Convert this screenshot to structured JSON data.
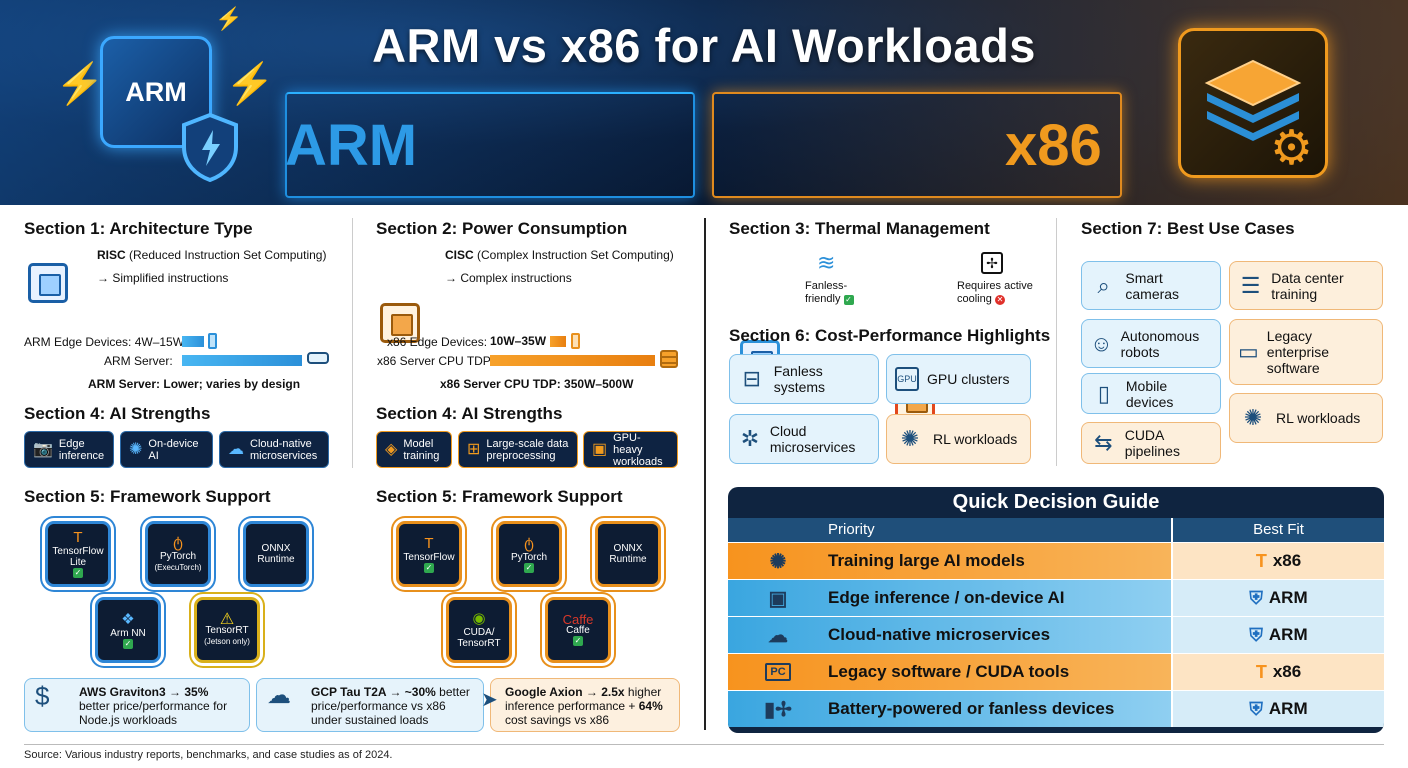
{
  "title": "ARM vs x86 for AI Workloads",
  "header": {
    "arm_chip": "ARM",
    "arm_label": "ARM",
    "x86_label": "x86"
  },
  "s1": {
    "title": "Section 1: Architecture Type",
    "risc": "RISC",
    "risc_full": "(Reduced Instruction Set Computing)",
    "risc_desc": "→ Simplified instructions",
    "edge_label": "ARM Edge Devices: 4W–15W",
    "server_label": "ARM Server:",
    "note": "ARM Server: Lower; varies by design"
  },
  "s2": {
    "title": "Section 2: Power Consumption",
    "cisc": "CISC",
    "cisc_full": "(Complex Instruction Set Computing)",
    "cisc_desc": "→ Complex instructions",
    "edge_label": "x86 Edge Devices:",
    "edge_value": "10W–35W",
    "server_label": "x86 Server CPU TDP",
    "note": "x86 Server CPU TDP: 350W–500W"
  },
  "s3": {
    "title": "Section 3: Thermal Management",
    "fanless": "Fanless-friendly",
    "cooling": "Requires active cooling"
  },
  "s4_arm": {
    "title": "Section 4: AI Strengths",
    "items": [
      "Edge inference",
      "On-device AI",
      "Cloud-native microservices"
    ]
  },
  "s4_x86": {
    "title": "Section 4: AI Strengths",
    "items": [
      "Model training",
      "Large-scale data preprocessing",
      "GPU-heavy workloads"
    ]
  },
  "s5_arm": {
    "title": "Section 5: Framework Support",
    "items": [
      "TensorFlow Lite",
      "PyTorch",
      "(ExecuTorch)",
      "ONNX Runtime",
      "Arm NN",
      "TensorRT",
      "(Jetson only)"
    ]
  },
  "s5_x86": {
    "title": "Section 5: Framework Support",
    "items": [
      "TensorFlow",
      "PyTorch",
      "ONNX Runtime",
      "CUDA/ TensorRT",
      "Caffe",
      "Caffe"
    ]
  },
  "s6": {
    "title": "Section 6: Cost-Performance Highlights",
    "cards": [
      "Fanless systems",
      "GPU clusters",
      "Cloud microservices",
      "RL workloads"
    ],
    "gpu_chip": "GPU"
  },
  "s7": {
    "title": "Section 7: Best Use Cases",
    "cards": [
      "Smart cameras",
      "Data center training",
      "Autonomous robots",
      "Legacy enterprise software",
      "Mobile devices",
      "RL workloads",
      "CUDA pipelines"
    ]
  },
  "stats": [
    {
      "bold": "AWS Graviton3 → 35%",
      "rest": "better price/performance for Node.js workloads"
    },
    {
      "bold": "GCP Tau T2A → ~30%",
      "rest": "better price/performance vs x86 under sustained loads"
    },
    {
      "bold": "Google Axion → 2.5x",
      "rest": "higher inference performance +",
      "bold2": "64%",
      "rest2": "cost savings vs x86"
    }
  ],
  "guide": {
    "title": "Quick Decision Guide",
    "col_priority": "Priority",
    "col_fit": "Best Fit",
    "rows": [
      {
        "priority": "Training large AI models",
        "fit": "x86"
      },
      {
        "priority": "Edge inference / on-device AI",
        "fit": "ARM"
      },
      {
        "priority": "Cloud-native microservices",
        "fit": "ARM"
      },
      {
        "priority": "Legacy software / CUDA tools",
        "fit": "x86"
      },
      {
        "priority": "Battery-powered or fanless devices",
        "fit": "ARM"
      }
    ],
    "pc_icon": "PC"
  },
  "source": "Source: Various industry reports, benchmarks, and case studies as of 2024.",
  "colors": {
    "arm_blue": "#2d9ae6",
    "x86_orange": "#f09a1e",
    "navy": "#0f2440"
  },
  "icons": [
    "lightning-icon",
    "shield-icon",
    "gear-icon",
    "chip-icon",
    "battery-icon",
    "server-icon",
    "camera-icon",
    "brain-icon",
    "cloud-icon",
    "robot-icon",
    "phone-icon",
    "check-icon",
    "warning-icon",
    "fan-icon"
  ]
}
